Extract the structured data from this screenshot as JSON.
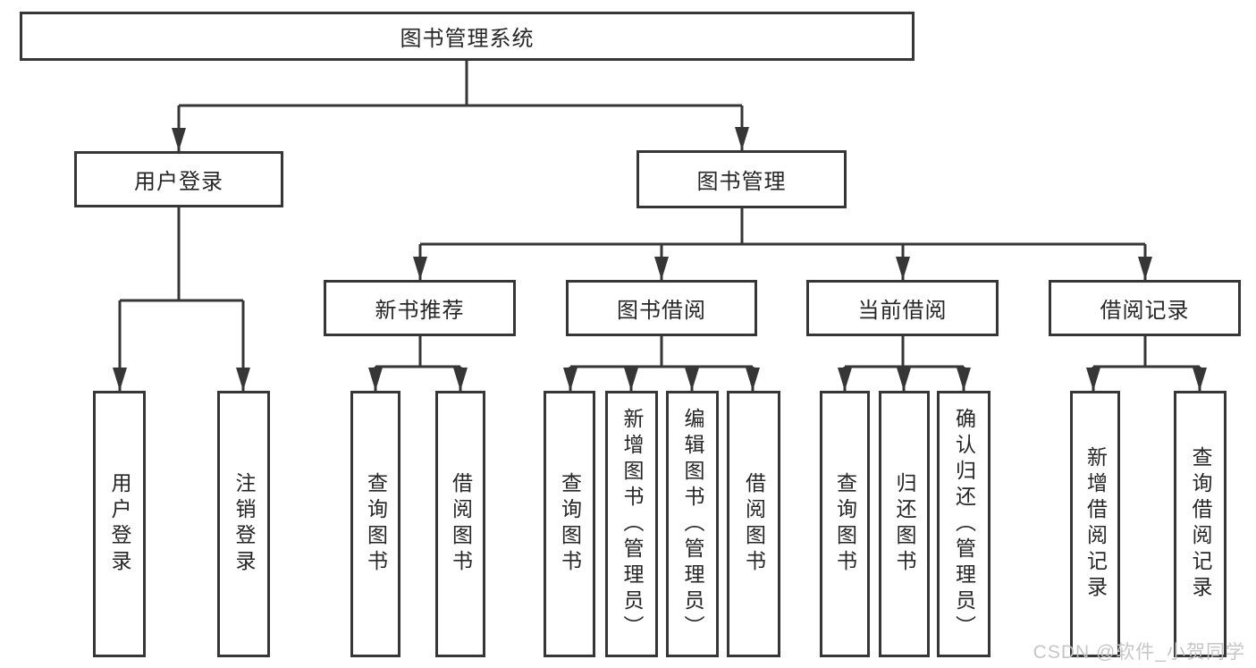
{
  "tree": {
    "root": {
      "label": "图书管理系统",
      "children": [
        {
          "label": "用户登录",
          "children": [
            {
              "label": "用户登录"
            },
            {
              "label": "注销登录"
            }
          ]
        },
        {
          "label": "图书管理",
          "children": [
            {
              "label": "新书推荐",
              "children": [
                {
                  "label": "查询图书"
                },
                {
                  "label": "借阅图书"
                }
              ]
            },
            {
              "label": "图书借阅",
              "children": [
                {
                  "label": "查询图书"
                },
                {
                  "label": "新增图书（管理员）"
                },
                {
                  "label": "编辑图书（管理员）"
                },
                {
                  "label": "借阅图书"
                }
              ]
            },
            {
              "label": "当前借阅",
              "children": [
                {
                  "label": "查询图书"
                },
                {
                  "label": "归还图书"
                },
                {
                  "label": "确认归还（管理员）"
                }
              ]
            },
            {
              "label": "借阅记录",
              "children": [
                {
                  "label": "新增借阅记录"
                },
                {
                  "label": "查询借阅记录"
                }
              ]
            }
          ]
        }
      ]
    }
  },
  "watermark": "CSDN @软件_小贺同学",
  "colors": {
    "line": "#363636",
    "text": "#262626",
    "watermark": "#c4c4c4",
    "background": "#ffffff"
  }
}
